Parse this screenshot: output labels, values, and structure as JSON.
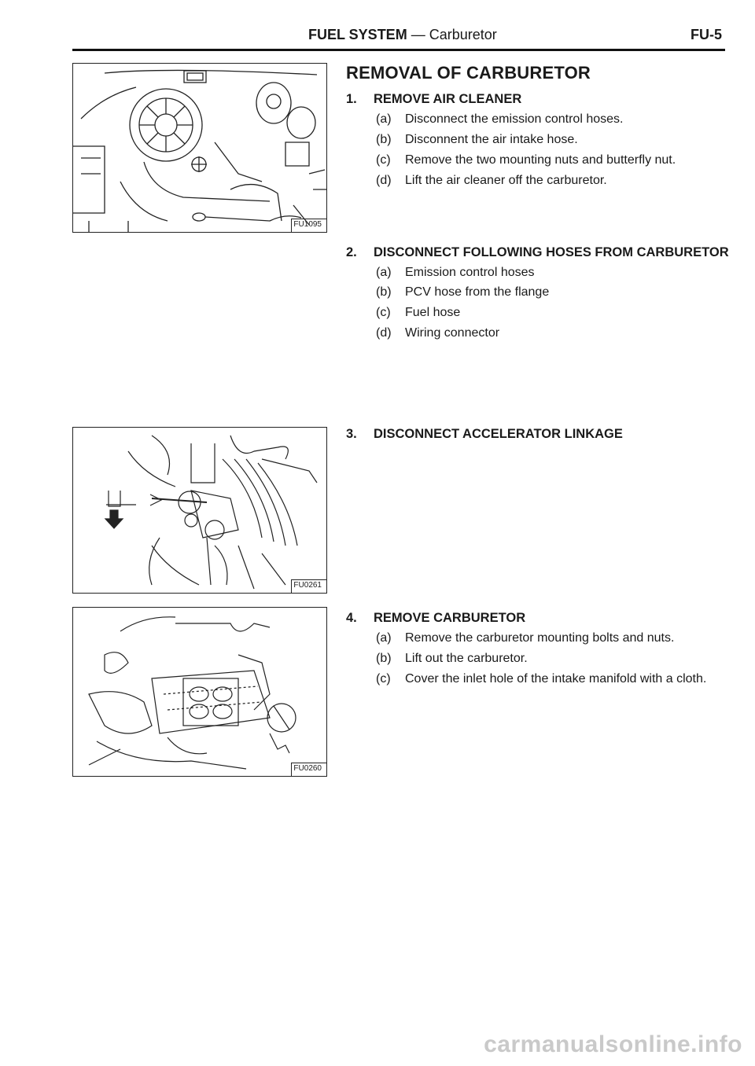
{
  "header": {
    "section": "FUEL SYSTEM",
    "separator": "—",
    "subsection": "Carburetor",
    "page": "FU-5"
  },
  "title": "REMOVAL OF CARBURETOR",
  "figures": [
    {
      "label": "FU1095"
    },
    {
      "label": "FU0261"
    },
    {
      "label": "FU0260"
    }
  ],
  "steps": [
    {
      "num": "1.",
      "title": "REMOVE AIR CLEANER",
      "items": [
        {
          "l": "(a)",
          "t": "Disconnect the emission control hoses."
        },
        {
          "l": "(b)",
          "t": "Disconnent the air intake hose."
        },
        {
          "l": "(c)",
          "t": "Remove the two mounting nuts and butterfly nut."
        },
        {
          "l": "(d)",
          "t": "Lift the air cleaner off the carburetor."
        }
      ]
    },
    {
      "num": "2.",
      "title": "DISCONNECT FOLLOWING HOSES FROM CARBURETOR",
      "items": [
        {
          "l": "(a)",
          "t": "Emission control hoses"
        },
        {
          "l": "(b)",
          "t": "PCV hose from the flange"
        },
        {
          "l": "(c)",
          "t": "Fuel hose"
        },
        {
          "l": "(d)",
          "t": "Wiring connector"
        }
      ]
    },
    {
      "num": "3.",
      "title": "DISCONNECT ACCELERATOR LINKAGE",
      "items": []
    },
    {
      "num": "4.",
      "title": "REMOVE CARBURETOR",
      "items": [
        {
          "l": "(a)",
          "t": "Remove the carburetor mounting bolts and nuts."
        },
        {
          "l": "(b)",
          "t": "Lift out the carburetor."
        },
        {
          "l": "(c)",
          "t": "Cover the inlet hole of the intake manifold with a cloth."
        }
      ]
    }
  ],
  "watermark": "carmanualsonline.info"
}
